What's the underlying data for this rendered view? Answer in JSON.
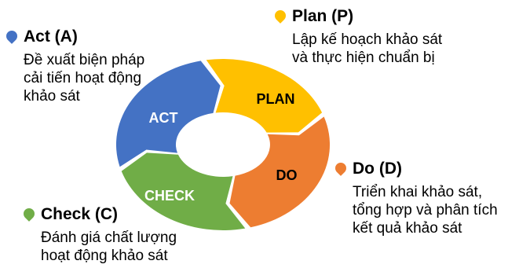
{
  "diagram": {
    "phases": {
      "plan": {
        "segment_label": "PLAN",
        "color": "#FFC000",
        "label_color": "#000000",
        "note": {
          "icon": "pin-icon",
          "title": "Plan (P)",
          "lines": [
            "Lập kế hoạch khảo sát",
            "và thực hiện chuẩn bị"
          ]
        }
      },
      "do": {
        "segment_label": "DO",
        "color": "#ED7D31",
        "label_color": "#000000",
        "note": {
          "icon": "pin-icon",
          "title": "Do (D)",
          "lines": [
            "Triển khai khảo sát,",
            "tổng hợp và phân tích",
            "kết quả khảo sát"
          ]
        }
      },
      "check": {
        "segment_label": "CHECK",
        "color": "#70AD47",
        "label_color": "#FFFFFF",
        "note": {
          "icon": "pin-icon",
          "title": "Check (C)",
          "lines": [
            "Đánh giá chất lượng",
            "hoạt động khảo sát"
          ]
        }
      },
      "act": {
        "segment_label": "ACT",
        "color": "#4472C4",
        "label_color": "#FFFFFF",
        "note": {
          "icon": "pin-icon",
          "title": "Act (A)",
          "lines": [
            "Đề xuất biện pháp",
            "cải tiến hoạt động",
            "khảo sát"
          ]
        }
      }
    }
  }
}
